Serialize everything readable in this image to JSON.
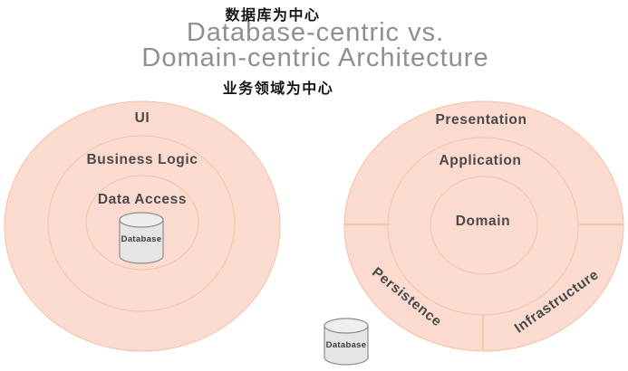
{
  "header": {
    "zh_top": "数据库为中心",
    "title_line1": "Database-centric vs.",
    "title_line2": "Domain-centric Architecture",
    "zh_bottom": "业务领域为中心"
  },
  "left": {
    "name": "database-centric-diagram",
    "layers": [
      "UI",
      "Business Logic",
      "Data Access"
    ],
    "database": "Database"
  },
  "right": {
    "name": "domain-centric-diagram",
    "layers": [
      "Presentation",
      "Application",
      "Domain"
    ],
    "sectors": [
      "Persistence",
      "Infrastructure"
    ],
    "database": "Database"
  },
  "colors": {
    "circle_fill": "#fbdbd0",
    "ring_stroke": "#f3c1a6",
    "divider_stroke": "#f0b79a",
    "title_text": "#8f8f8f",
    "chinese_text": "#141414",
    "layer_text": "#4a4a4a",
    "cylinder_fill": "#e5e5e5",
    "cylinder_stroke": "#8d8d8d"
  }
}
